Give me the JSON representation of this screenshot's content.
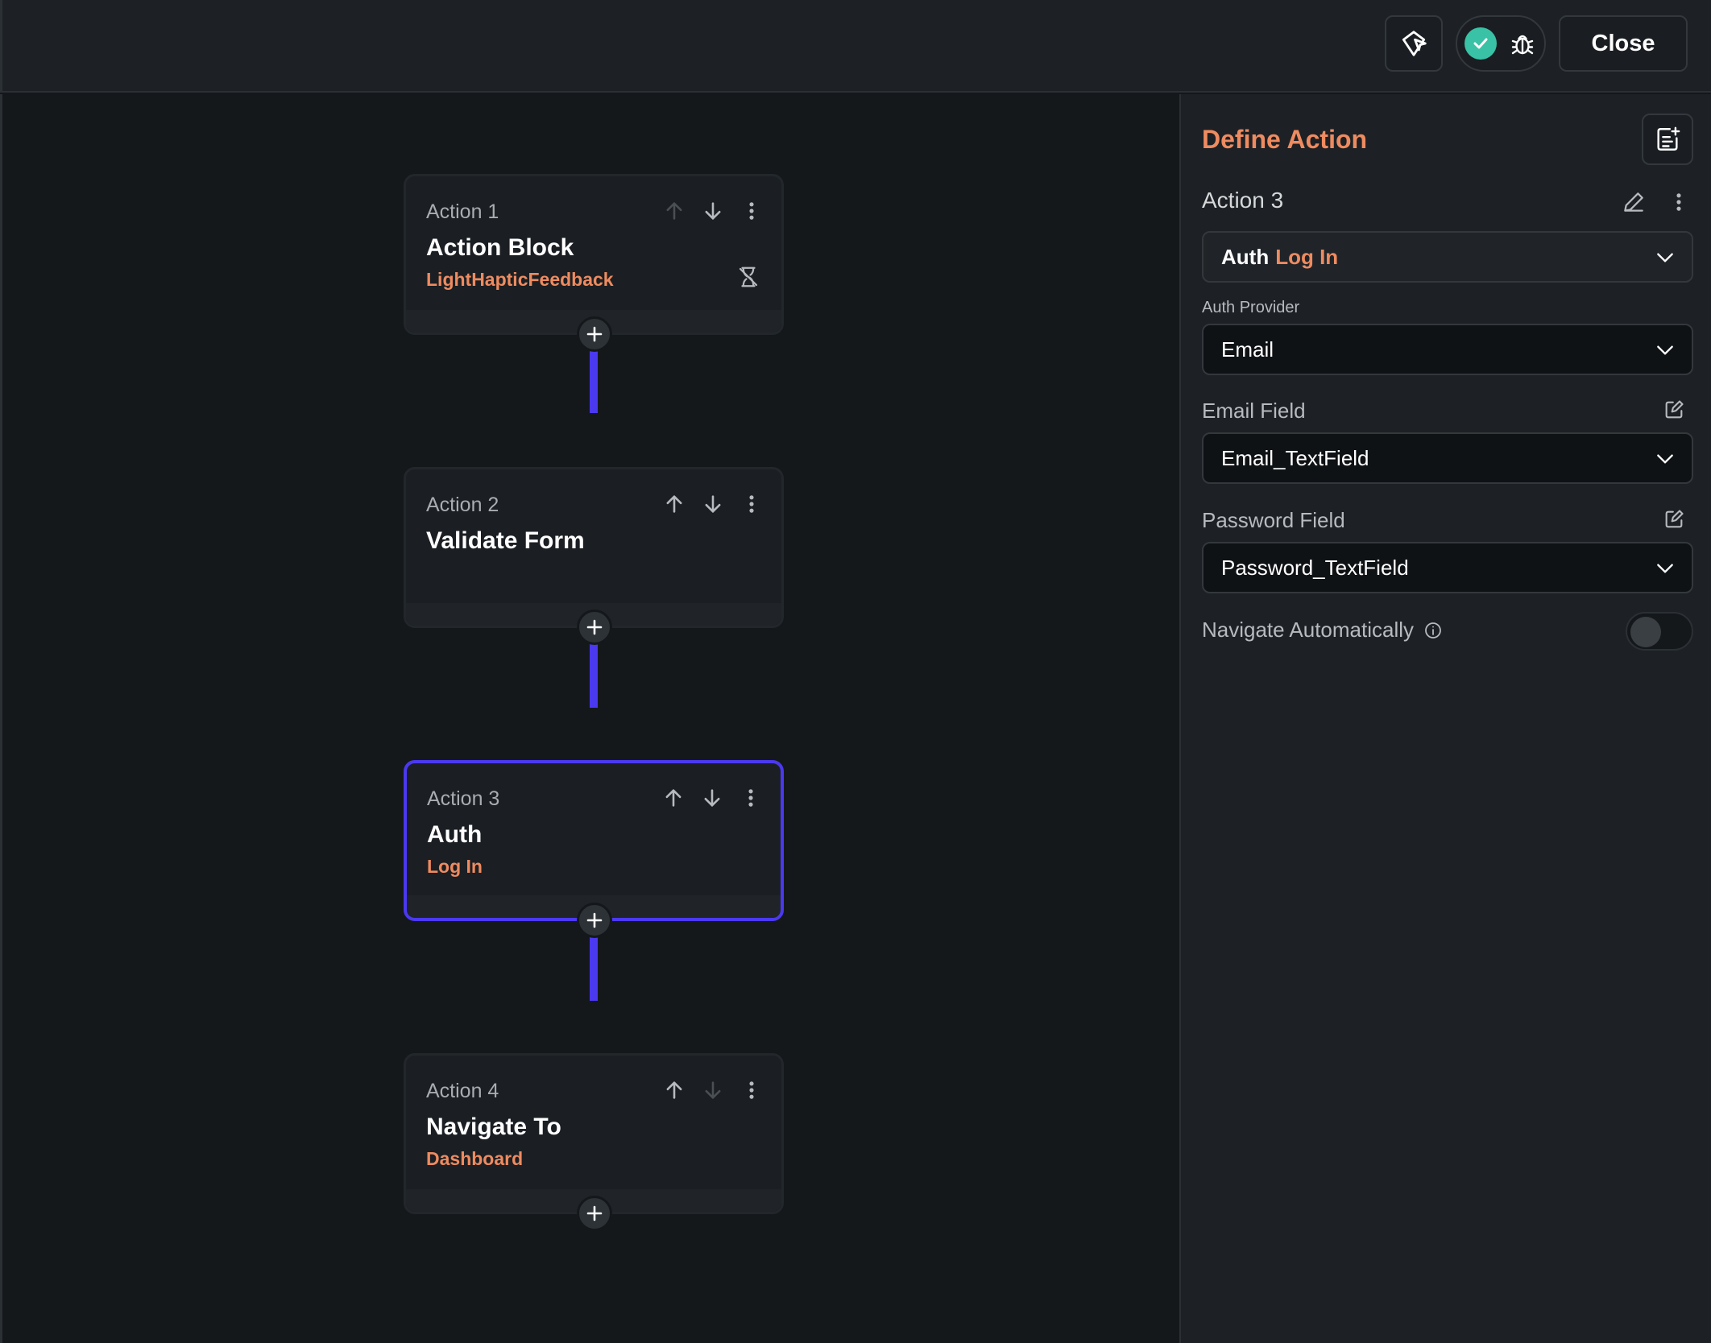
{
  "topbar": {
    "close_label": "Close"
  },
  "actions": [
    {
      "label": "Action 1",
      "title": "Action Block",
      "subtitle": "LightHapticFeedback"
    },
    {
      "label": "Action 2",
      "title": "Validate Form",
      "subtitle": ""
    },
    {
      "label": "Action 3",
      "title": "Auth",
      "subtitle": "Log In"
    },
    {
      "label": "Action 4",
      "title": "Navigate To",
      "subtitle": "Dashboard"
    }
  ],
  "panel": {
    "title": "Define Action",
    "action_name": "Action 3",
    "action_type": {
      "main": "Auth",
      "sub": "Log In"
    },
    "auth_provider_label": "Auth Provider",
    "auth_provider_value": "Email",
    "email_field_label": "Email Field",
    "email_field_value": "Email_TextField",
    "password_field_label": "Password Field",
    "password_field_value": "Password_TextField",
    "navigate_auto_label": "Navigate Automatically",
    "navigate_auto_on": false
  },
  "colors": {
    "accent": "#ee8b60",
    "selection": "#4b39ef",
    "success": "#39c2a6"
  }
}
